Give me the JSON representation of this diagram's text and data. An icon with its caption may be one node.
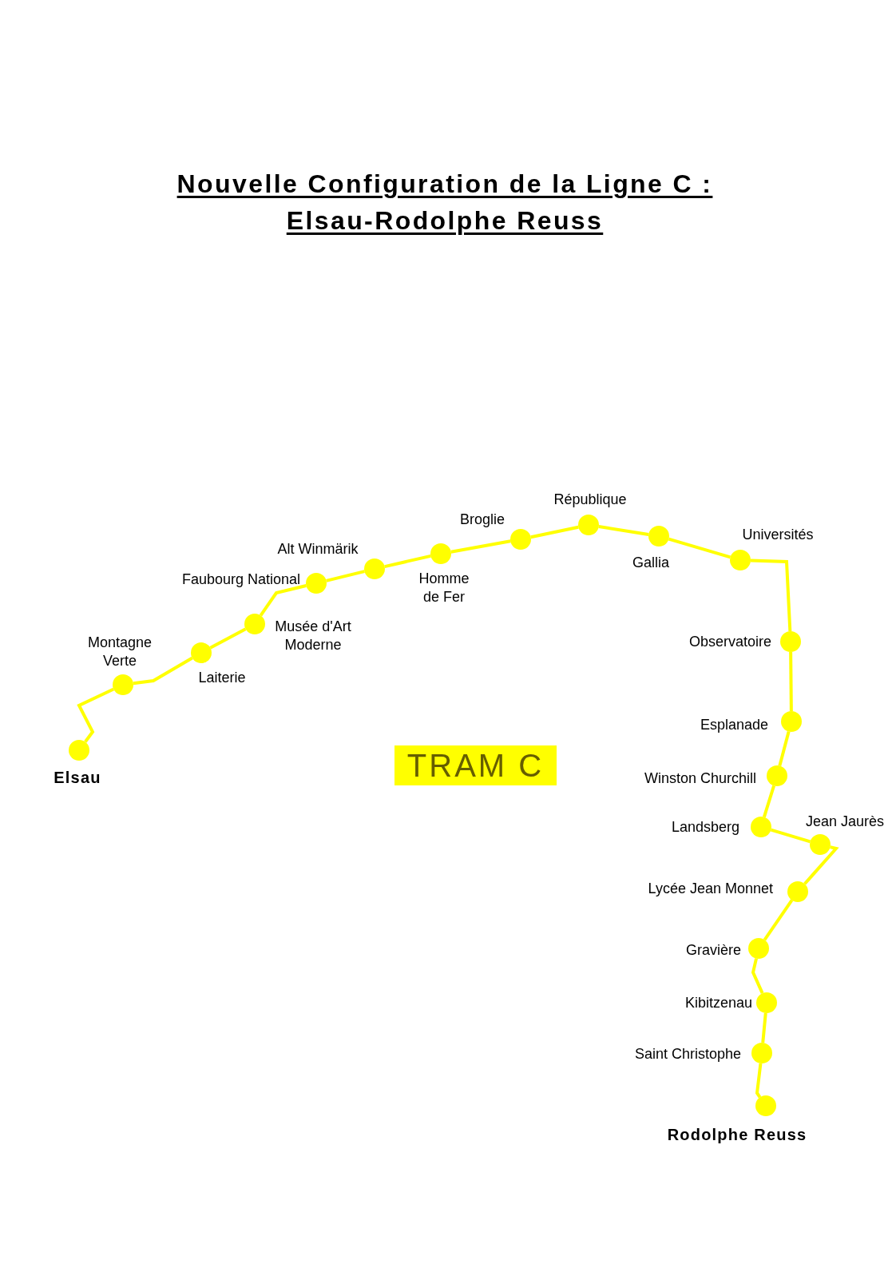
{
  "diagram": {
    "title": "Nouvelle Configuration de la Ligne C : Elsau-Rodolphe Reuss",
    "nodes": [
      {
        "text": [],
        "shape": "circle",
        "beside": [
          "Elsau"
        ]
      },
      {
        "text": [],
        "shape": "circle",
        "beside": [
          "Montagne Verte"
        ]
      },
      {
        "text": [],
        "shape": "circle",
        "beside": [
          "Laiterie"
        ]
      },
      {
        "text": [],
        "shape": "circle",
        "beside": [
          "Musée d'Art Moderne"
        ]
      },
      {
        "text": [],
        "shape": "circle",
        "beside": [
          "Faubourg National"
        ]
      },
      {
        "text": [],
        "shape": "circle",
        "beside": [
          "Alt Winmärik"
        ]
      },
      {
        "text": [],
        "shape": "circle",
        "beside": [
          "Homme de Fer"
        ]
      },
      {
        "text": [],
        "shape": "circle",
        "beside": [
          "Broglie"
        ]
      },
      {
        "text": [],
        "shape": "circle",
        "beside": [
          "République"
        ]
      },
      {
        "text": [],
        "shape": "circle",
        "beside": [
          "Gallia"
        ]
      },
      {
        "text": [],
        "shape": "circle",
        "beside": [
          "Universités"
        ]
      },
      {
        "text": [],
        "shape": "circle",
        "beside": [
          "Observatoire"
        ]
      },
      {
        "text": [],
        "shape": "circle",
        "beside": [
          "Esplanade"
        ]
      },
      {
        "text": [],
        "shape": "circle",
        "beside": [
          "Winston Churchill"
        ]
      },
      {
        "text": [],
        "shape": "circle",
        "beside": [
          "Landsberg"
        ]
      },
      {
        "text": [],
        "shape": "circle",
        "beside": [
          "Jean Jaurès"
        ]
      },
      {
        "text": [],
        "shape": "circle",
        "beside": [
          "Lycée Jean Monnet"
        ]
      },
      {
        "text": [],
        "shape": "circle",
        "beside": [
          "Gravière"
        ]
      },
      {
        "text": [],
        "shape": "circle",
        "beside": [
          "Kibitzenau"
        ]
      },
      {
        "text": [],
        "shape": "circle",
        "beside": [
          "Saint Christophe"
        ]
      },
      {
        "text": [],
        "shape": "circle",
        "beside": [
          "Rodolphe Reuss"
        ]
      },
      {
        "text": [
          "TRAM C"
        ]
      }
    ],
    "edges": [
      {
        "from": 0,
        "to": 1,
        "arrow": "none"
      },
      {
        "from": 1,
        "to": 2,
        "arrow": "none"
      },
      {
        "from": 2,
        "to": 3,
        "arrow": "none"
      },
      {
        "from": 3,
        "to": 4,
        "arrow": "none"
      },
      {
        "from": 4,
        "to": 5,
        "arrow": "none"
      },
      {
        "from": 5,
        "to": 6,
        "arrow": "none"
      },
      {
        "from": 6,
        "to": 7,
        "arrow": "none"
      },
      {
        "from": 7,
        "to": 8,
        "arrow": "none"
      },
      {
        "from": 8,
        "to": 9,
        "arrow": "none"
      },
      {
        "from": 9,
        "to": 10,
        "arrow": "none"
      },
      {
        "from": 10,
        "to": 11,
        "arrow": "none"
      },
      {
        "from": 11,
        "to": 12,
        "arrow": "none"
      },
      {
        "from": 12,
        "to": 13,
        "arrow": "none"
      },
      {
        "from": 13,
        "to": 14,
        "arrow": "none"
      },
      {
        "from": 14,
        "to": 15,
        "arrow": "none"
      },
      {
        "from": 15,
        "to": 16,
        "arrow": "none"
      },
      {
        "from": 16,
        "to": 17,
        "arrow": "none"
      },
      {
        "from": 17,
        "to": 18,
        "arrow": "none"
      },
      {
        "from": 18,
        "to": 19,
        "arrow": "none"
      },
      {
        "from": 19,
        "to": 20,
        "arrow": "none"
      }
    ]
  }
}
